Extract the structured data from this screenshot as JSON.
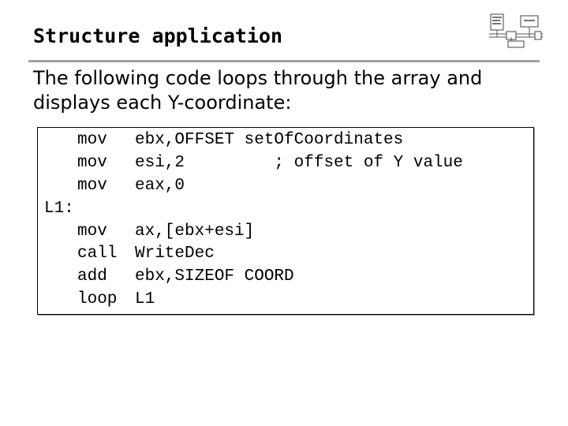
{
  "slide": {
    "title": "Structure application",
    "intro_lines": [
      "The following code loops through the array and",
      "displays each Y-coordinate:"
    ],
    "code": [
      {
        "label": "",
        "op": "mov",
        "args": "ebx,OFFSET setOfCoordinates"
      },
      {
        "label": "",
        "op": "mov",
        "args": "esi,2         ; offset of Y value"
      },
      {
        "label": "",
        "op": "mov",
        "args": "eax,0"
      },
      {
        "label": "L1:",
        "op": "",
        "args": ""
      },
      {
        "label": "",
        "op": "mov",
        "args": "ax,[ebx+esi]"
      },
      {
        "label": "",
        "op": "call",
        "args": "WriteDec"
      },
      {
        "label": "",
        "op": "add",
        "args": "ebx,SIZEOF COORD"
      },
      {
        "label": "",
        "op": "loop",
        "args": "L1"
      }
    ]
  },
  "colors": {
    "rule": "#a0a0a0",
    "text": "#000000",
    "background": "#ffffff"
  },
  "icons": {
    "logo": "computer-architecture-diagram-icon"
  }
}
